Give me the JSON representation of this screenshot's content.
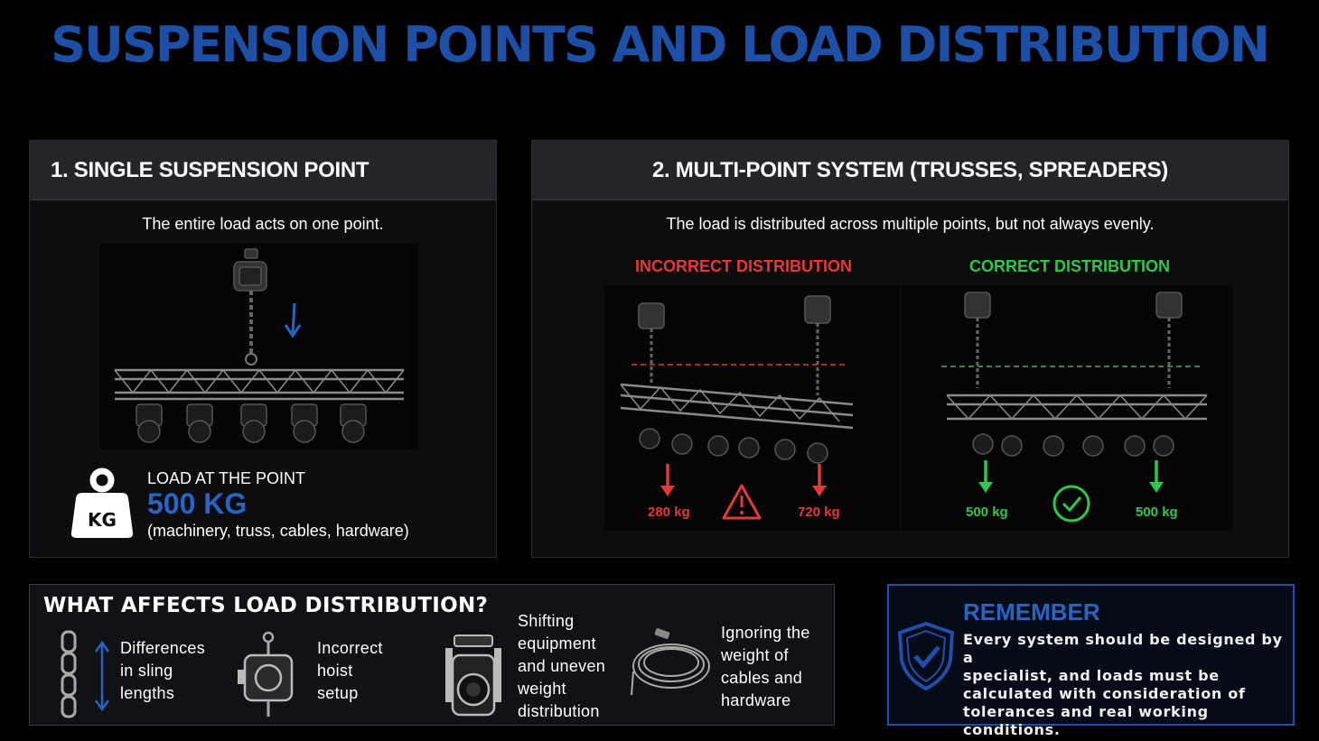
{
  "title": "SUSPENSION POINTS AND LOAD DISTRIBUTION",
  "single": {
    "heading": "1. SINGLE SUSPENSION POINT",
    "subtitle": "The entire load acts on one point.",
    "load_label": "LOAD AT THE POINT",
    "load_value": "500 KG",
    "load_note": "(machinery, truss, cables, hardware)",
    "weight_icon_text": "KG"
  },
  "multi": {
    "heading": "2. MULTI-POINT SYSTEM (TRUSSES, SPREADERS)",
    "subtitle": "The load is distributed across multiple points, but not always evenly.",
    "incorrect_label": "INCORRECT DISTRIBUTION",
    "correct_label": "CORRECT DISTRIBUTION",
    "incorrect_left": "280 kg",
    "incorrect_right": "720 kg",
    "correct_left": "500 kg",
    "correct_right": "500 kg"
  },
  "affects": {
    "heading": "WHAT AFFECTS LOAD DISTRIBUTION?",
    "items": [
      {
        "line1": "Differences",
        "line2": "in sling",
        "line3": "lengths"
      },
      {
        "line1": "Incorrect",
        "line2": "hoist",
        "line3": "setup"
      },
      {
        "line1": "Shifting",
        "line2": "equipment",
        "line3": "and uneven",
        "line4": "weight",
        "line5": "distribution"
      },
      {
        "line1": "Ignoring the",
        "line2": "weight of",
        "line3": "cables and",
        "line4": "hardware"
      }
    ]
  },
  "remember": {
    "heading": "REMEMBER",
    "line1": "Every system should be designed by a",
    "line2": "specialist, and loads must be",
    "line3": "calculated with consideration of",
    "line4": "tolerances and real working conditions."
  },
  "colors": {
    "accent_blue": "#1d4fa6",
    "red": "#e53935",
    "green": "#2ec74a"
  }
}
